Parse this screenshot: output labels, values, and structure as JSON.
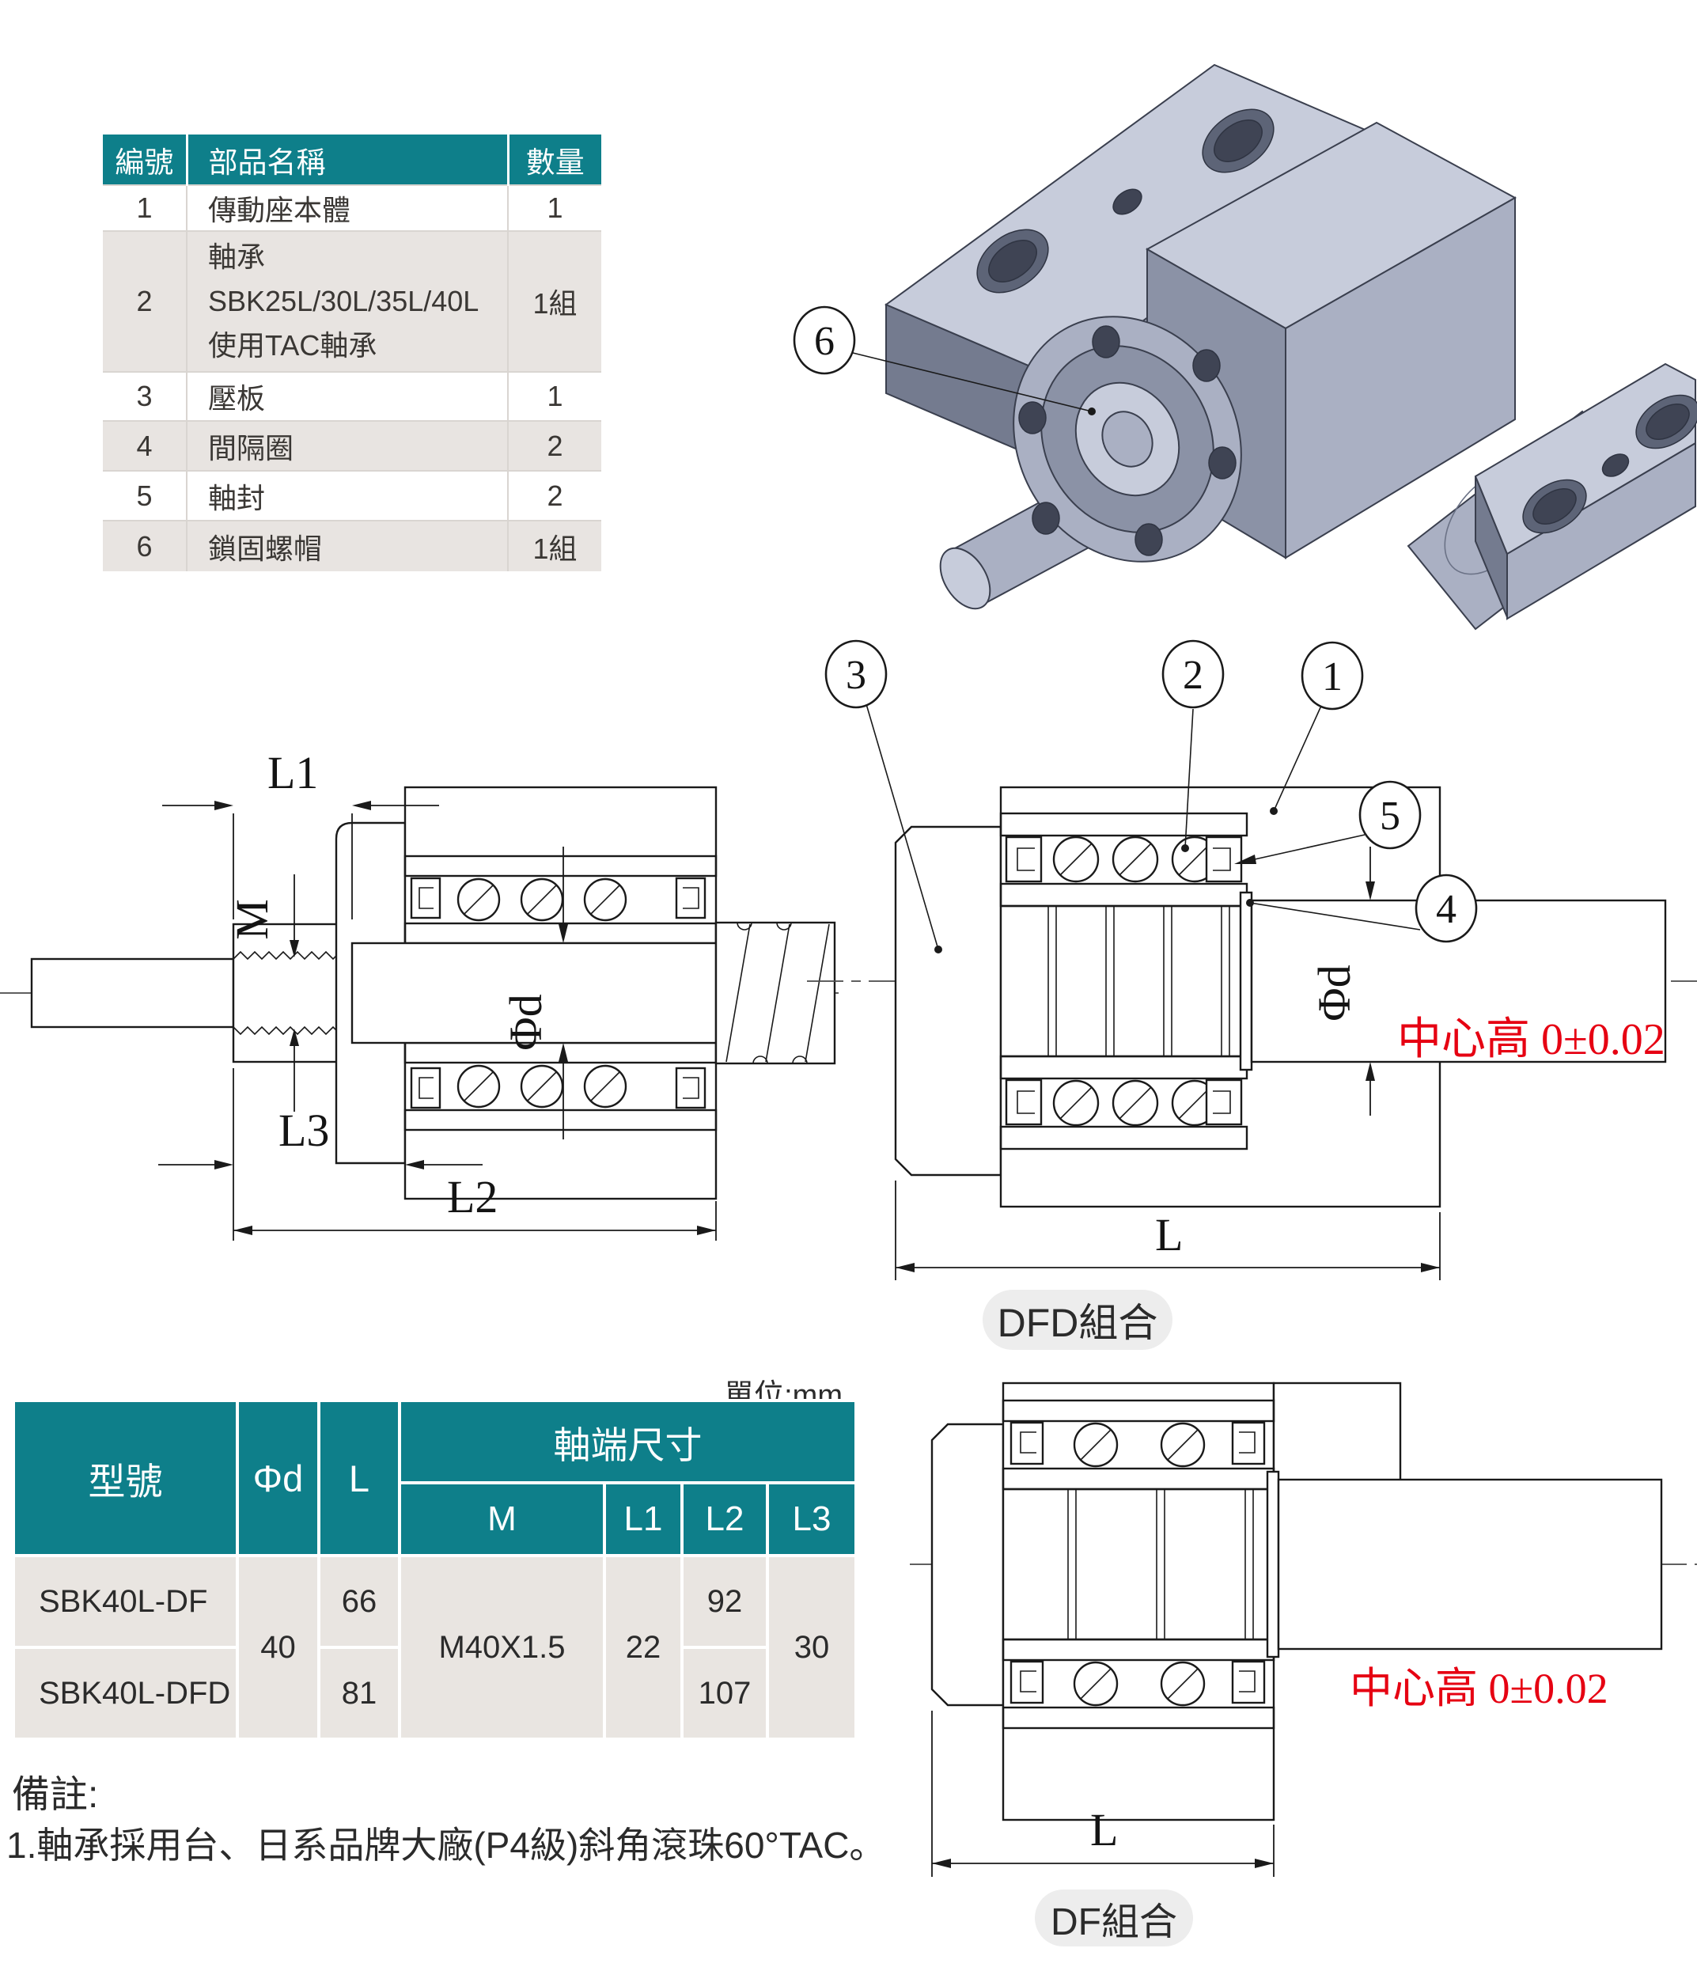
{
  "colors": {
    "teal": "#0e7f8a",
    "row_gray": "#e8e4e1",
    "red": "#e60012",
    "line": "#1a1a1a"
  },
  "parts_table": {
    "headers": {
      "no": "編號",
      "name": "部品名稱",
      "qty": "數量"
    },
    "rows": [
      {
        "no": "1",
        "name": "傳動座本體",
        "qty": "1"
      },
      {
        "no": "2",
        "name_lines": [
          "軸承",
          "SBK25L/30L/35L/40L",
          "使用TAC軸承"
        ],
        "qty": "1組"
      },
      {
        "no": "3",
        "name": "壓板",
        "qty": "1"
      },
      {
        "no": "4",
        "name": "間隔圈",
        "qty": "2"
      },
      {
        "no": "5",
        "name": "軸封",
        "qty": "2"
      },
      {
        "no": "6",
        "name": "鎖固螺帽",
        "qty": "1組"
      }
    ]
  },
  "drawings": {
    "dims": {
      "L1": "L1",
      "M": "M",
      "phi_d": "Φd",
      "L3": "L3",
      "L2": "L2",
      "L": "L"
    },
    "callouts": {
      "n1": "1",
      "n2": "2",
      "n3": "3",
      "n4": "4",
      "n5": "5",
      "n6": "6"
    },
    "center_height_note": "中心高 0±0.02",
    "dfd_caption": "DFD組合",
    "df_caption": "DF組合"
  },
  "spec_table": {
    "unit_label": "單位:mm",
    "headers": {
      "model": "型號",
      "d": "Φd",
      "L": "L",
      "group": "軸端尺寸",
      "M": "M",
      "L1": "L1",
      "L2": "L2",
      "L3": "L3"
    },
    "rows": [
      {
        "model": "SBK40L-DF",
        "L": "66",
        "L2": "92"
      },
      {
        "model": "SBK40L-DFD",
        "L": "81",
        "L2": "107"
      }
    ],
    "merged": {
      "d": "40",
      "M": "M40X1.5",
      "L1": "22",
      "L3": "30"
    }
  },
  "notes": {
    "title": "備註:",
    "item1": "1.軸承採用台、日系品牌大廠(P4級)斜角滾珠60°TAC。"
  }
}
